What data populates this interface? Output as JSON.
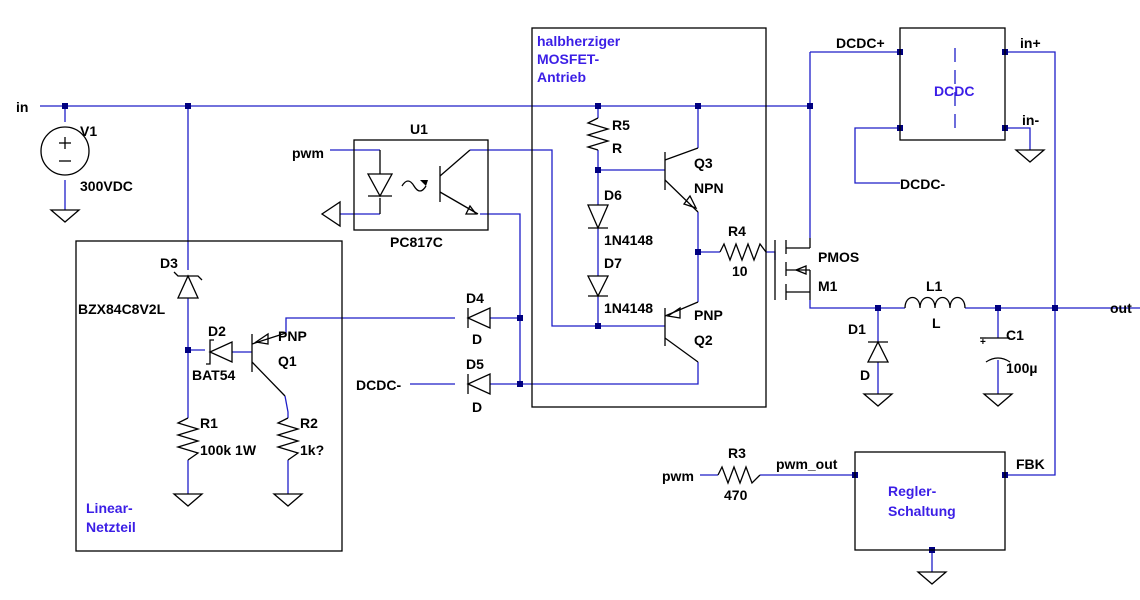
{
  "nets": {
    "in": "in",
    "pwm_left": "pwm",
    "pwm_right": "pwm",
    "dcdc_minus_left": "DCDC-",
    "dcdc_minus_right": "DCDC-",
    "dcdc_plus": "DCDC+",
    "out": "out",
    "pwm_out": "pwm_out",
    "fbk": "FBK",
    "in_plus": "in+",
    "in_minus": "in-"
  },
  "components": {
    "V1": {
      "ref": "V1",
      "value": "300VDC"
    },
    "U1": {
      "ref": "U1",
      "value": "PC817C"
    },
    "R5": {
      "ref": "R5",
      "value": "R"
    },
    "Q3": {
      "ref": "Q3",
      "value": "NPN"
    },
    "D6": {
      "ref": "D6",
      "value": "1N4148"
    },
    "D7": {
      "ref": "D7",
      "value": "1N4148"
    },
    "Q2": {
      "ref": "Q2",
      "value": "PNP"
    },
    "R4": {
      "ref": "R4",
      "value": "10"
    },
    "M1": {
      "ref": "M1",
      "value": "PMOS"
    },
    "L1": {
      "ref": "L1",
      "value": "L"
    },
    "D1": {
      "ref": "D1",
      "value": "D"
    },
    "C1": {
      "ref": "C1",
      "value": "100µ"
    },
    "D3": {
      "ref": "D3",
      "value": "BZX84C8V2L"
    },
    "D2": {
      "ref": "D2",
      "value": "BAT54"
    },
    "Q1": {
      "ref": "Q1",
      "value": "PNP"
    },
    "D4": {
      "ref": "D4",
      "value": "D"
    },
    "D5": {
      "ref": "D5",
      "value": "D"
    },
    "R1": {
      "ref": "R1",
      "value": "100k 1W"
    },
    "R2": {
      "ref": "R2",
      "value": "1k?"
    },
    "R3": {
      "ref": "R3",
      "value": "470"
    }
  },
  "blocks": {
    "driver": {
      "line1": "halbherziger",
      "line2": "MOSFET-",
      "line3": "Antrieb"
    },
    "linear": {
      "line1": "Linear-",
      "line2": "Netzteil"
    },
    "dcdc": {
      "label": "DCDC"
    },
    "regler": {
      "line1": "Regler-",
      "line2": "Schaltung"
    }
  },
  "colors": {
    "wire": "#1e1ec8",
    "symbol": "#000000",
    "annotation": "#3b1ee6"
  }
}
